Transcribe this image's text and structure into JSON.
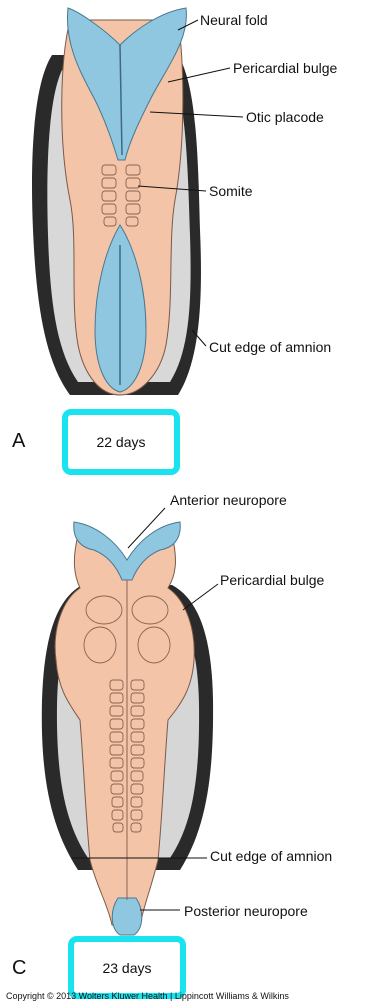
{
  "panel_a": {
    "letter": "A",
    "labels": {
      "neural_fold": "Neural fold",
      "pericardial_bulge": "Pericardial bulge",
      "otic_placode": "Otic placode",
      "somite": "Somite",
      "cut_edge": "Cut edge of amnion"
    },
    "day_label": "22 days"
  },
  "panel_c": {
    "letter": "C",
    "labels": {
      "anterior_neuropore": "Anterior neuropore",
      "pericardial_bulge": "Pericardial bulge",
      "cut_edge": "Cut edge of amnion",
      "posterior_neuropore": "Posterior neuropore"
    },
    "day_label": "23 days"
  },
  "footer": {
    "copyright": "Copyright © 2013 Wolters Kluwer Health | Lippincott Williams & Wilkins"
  },
  "colors": {
    "tissue": "#f3c4a7",
    "neural": "#8fc6e0",
    "highlight": "#19e3ee",
    "amnion": "#1f1f1f"
  }
}
